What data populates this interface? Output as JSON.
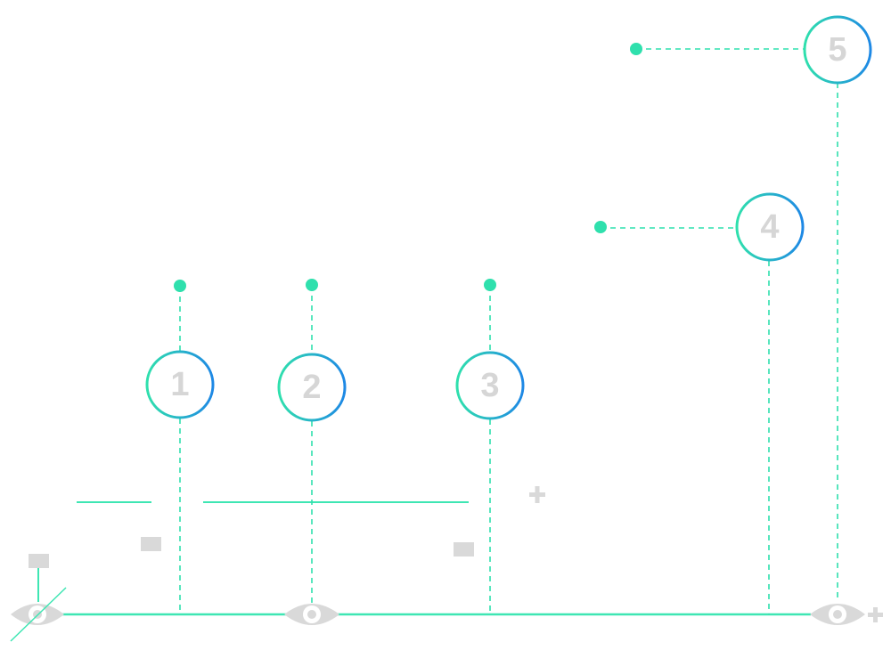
{
  "colors": {
    "accent_green": "#2fe0ad",
    "accent_blue": "#1e88e5",
    "marker_gray": "#d9d9d9",
    "label_gray": "#d6d6d6"
  },
  "nodes": [
    {
      "label": "1"
    },
    {
      "label": "2"
    },
    {
      "label": "3"
    },
    {
      "label": "4"
    },
    {
      "label": "5"
    }
  ],
  "markers": {
    "plus_symbol": "+",
    "icons": [
      "eye-crossed-icon",
      "eye-icon",
      "eye-plus-icon",
      "minus-icon",
      "plus-icon"
    ]
  }
}
